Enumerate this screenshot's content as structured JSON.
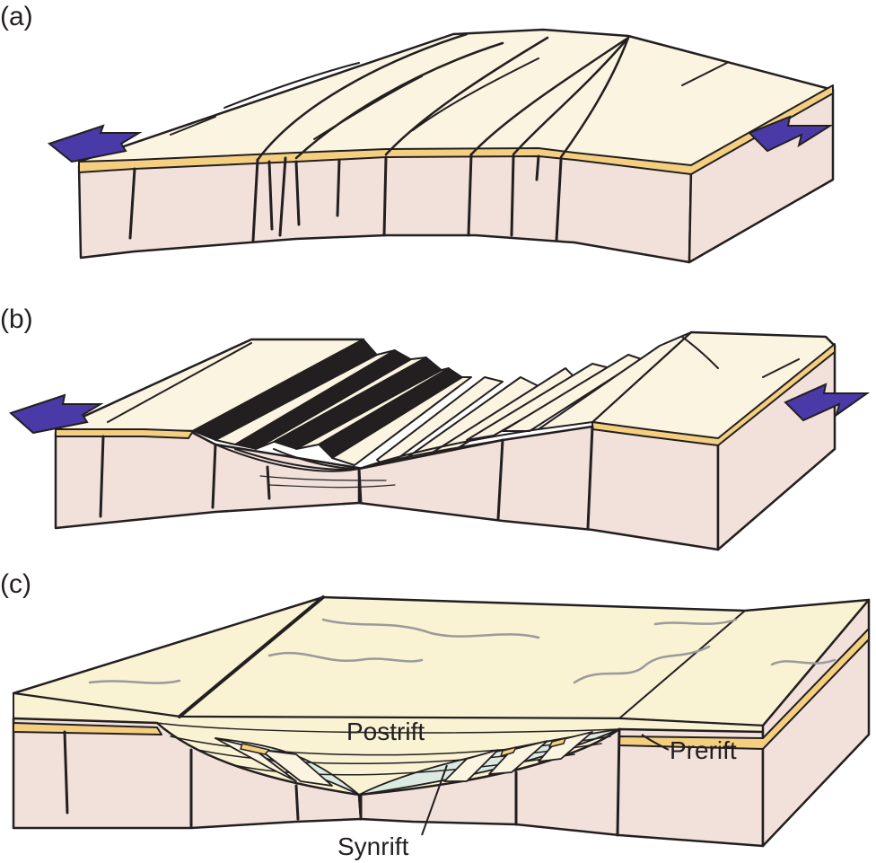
{
  "panels": [
    {
      "id": "a",
      "label": "(a)"
    },
    {
      "id": "b",
      "label": "(b)"
    },
    {
      "id": "c",
      "label": "(c)"
    }
  ],
  "annotations": {
    "postrift": "Postrift",
    "prerift": "Prerift",
    "synrift": "Synrift"
  },
  "colors": {
    "surface": "#fbf4e0",
    "side": "#f2e1da",
    "prerift_layer": "#f4cf80",
    "postrift_fill": "#f9f2d3",
    "synrift_fill": "#dcebe2",
    "arrow": "#4a3aa8",
    "ink": "#231f20",
    "river": "#9a9a9a"
  }
}
